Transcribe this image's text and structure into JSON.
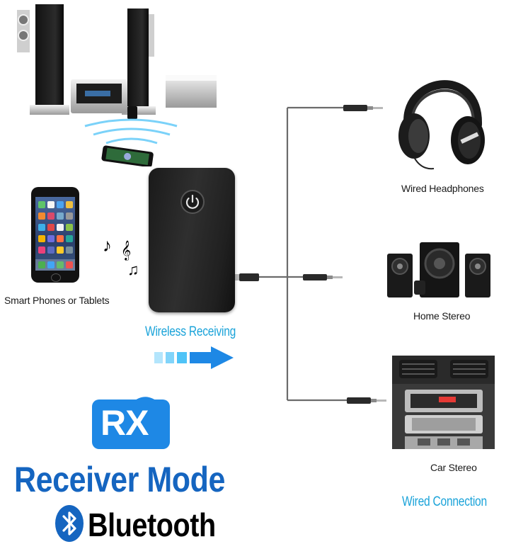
{
  "labels": {
    "smart_phones": "Smart Phones or Tablets",
    "wired_headphones": "Wired Headphones",
    "home_stereo": "Home Stereo",
    "car_stereo": "Car Stereo",
    "wireless_receiving": "Wireless Receiving",
    "wired_connection": "Wired Connection"
  },
  "badge": {
    "text": "RX"
  },
  "title": {
    "mode": "Receiver Mode",
    "brand": "Bluetooth"
  },
  "colors": {
    "accent": "#1aa3d9",
    "title_blue": "#1565c0",
    "badge_blue": "#1e88e5"
  },
  "icons": [
    "music-note-icon",
    "power-icon",
    "bluetooth-icon",
    "arrow-right-icon"
  ]
}
